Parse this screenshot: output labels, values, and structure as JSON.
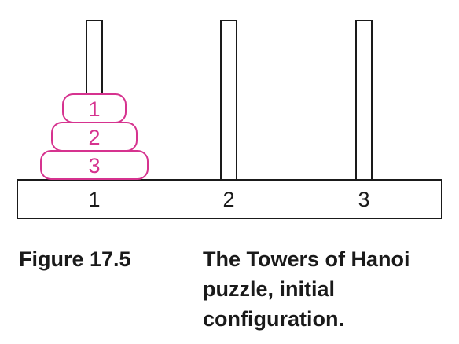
{
  "figure": {
    "label": "Figure 17.5",
    "caption": "The Towers of Hanoi puzzle, initial configuration."
  },
  "pegs": [
    {
      "label": "1"
    },
    {
      "label": "2"
    },
    {
      "label": "3"
    }
  ],
  "disks": [
    {
      "label": "1",
      "peg": 1
    },
    {
      "label": "2",
      "peg": 1
    },
    {
      "label": "3",
      "peg": 1
    }
  ],
  "colors": {
    "disk": "#d6338f",
    "structure": "#1a1a1a"
  }
}
